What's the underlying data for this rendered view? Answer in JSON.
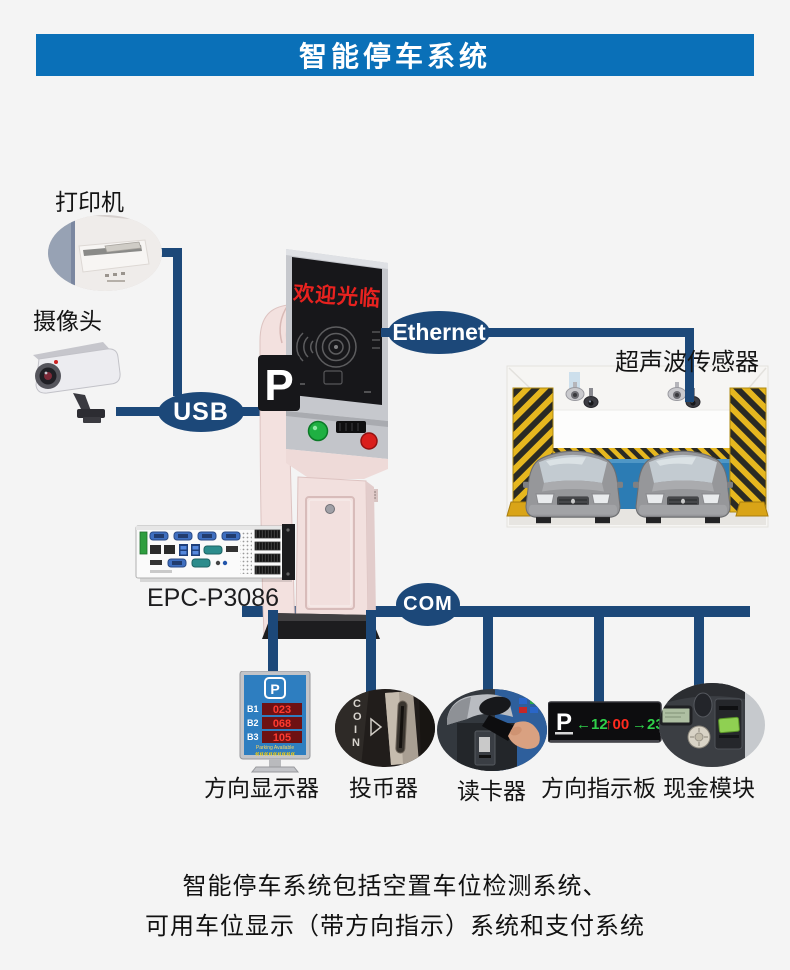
{
  "banner": {
    "title": "智能停车系统"
  },
  "colors": {
    "banner_blue": "#0a70b8",
    "line_navy": "#1c4879",
    "led_red": "#ff3b2f",
    "board_green": "#2fd04a",
    "board_red": "#ff2a1e"
  },
  "labels": {
    "printer": "打印机",
    "camera": "摄像头",
    "ultrasonic_sensor": "超声波传感器",
    "ipc_model": "EPC-P3086"
  },
  "connectors": {
    "usb": "USB",
    "ethernet": "Ethernet",
    "com": "COM"
  },
  "kiosk": {
    "welcome_text": "欢迎光临",
    "p_sign": "P"
  },
  "direction_display": {
    "p_logo": "P",
    "rows": [
      {
        "floor": "B1",
        "count": "023"
      },
      {
        "floor": "B2",
        "count": "068"
      },
      {
        "floor": "B3",
        "count": "105"
      }
    ],
    "caption": "Parking Available",
    "chevrons": "«««««««««"
  },
  "coin_acceptor": {
    "letters": [
      "C",
      "O",
      "I",
      "N"
    ]
  },
  "direction_board": {
    "p_logo": "P",
    "left": "←12",
    "middle": "↑00",
    "right": "→23"
  },
  "device_labels": [
    "方向显示器",
    "投币器",
    "读卡器",
    "方向指示板",
    "现金模块"
  ],
  "footer": {
    "line1": "智能停车系统包括空置车位检测系统、",
    "line2": "可用车位显示（带方向指示）系统和支付系统"
  }
}
